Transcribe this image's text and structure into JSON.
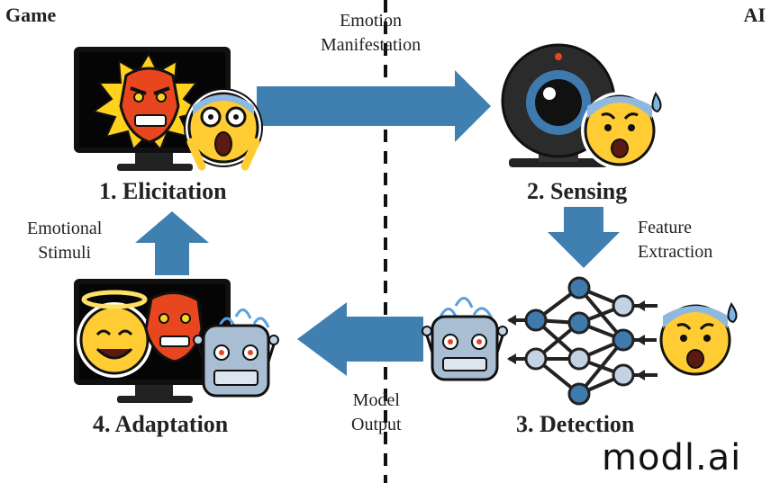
{
  "sides": {
    "left": "Game",
    "right": "AI"
  },
  "steps": {
    "elicitation": "1. Elicitation",
    "sensing": "2. Sensing",
    "detection": "3. Detection",
    "adaptation": "4. Adaptation"
  },
  "transitions": {
    "emotion_manifestation": [
      "Emotion",
      "Manifestation"
    ],
    "feature_extraction": [
      "Feature",
      "Extraction"
    ],
    "model_output": [
      "Model",
      "Output"
    ],
    "emotional_stimuli": [
      "Emotional",
      "Stimuli"
    ]
  },
  "brand": "modl.ai",
  "colors": {
    "arrow": "#4080B0",
    "node_dark": "#3F7AAE",
    "node_light": "#C3D3E3",
    "emoji": "#FFCC33",
    "mask": "#E8461F"
  }
}
